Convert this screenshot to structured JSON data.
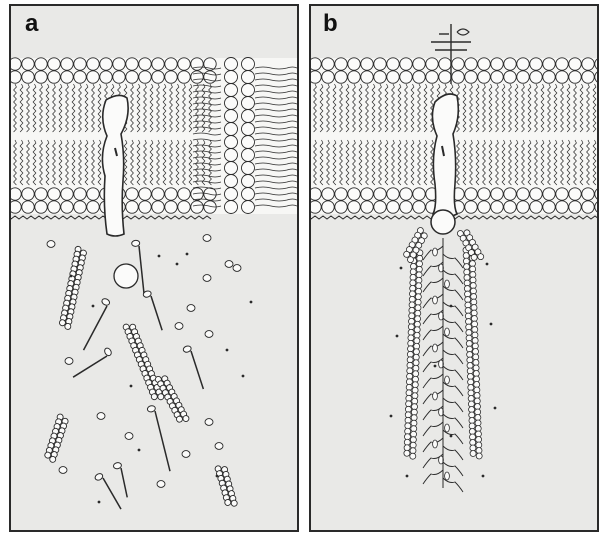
{
  "figure": {
    "panels": [
      {
        "id": "a",
        "label": "a"
      },
      {
        "id": "b",
        "label": "b"
      }
    ],
    "colors": {
      "outer_background": "#ffffff",
      "cytoplasm": "#e9e9e7",
      "membrane_band": "#f7f7f5",
      "lipid_head": "#fbfbfa",
      "outline": "#2a2a2a"
    },
    "icons": [
      "phospholipid-bilayer",
      "transmembrane-protein",
      "actin-filament",
      "myosin-filament",
      "receptor-ligand"
    ]
  }
}
